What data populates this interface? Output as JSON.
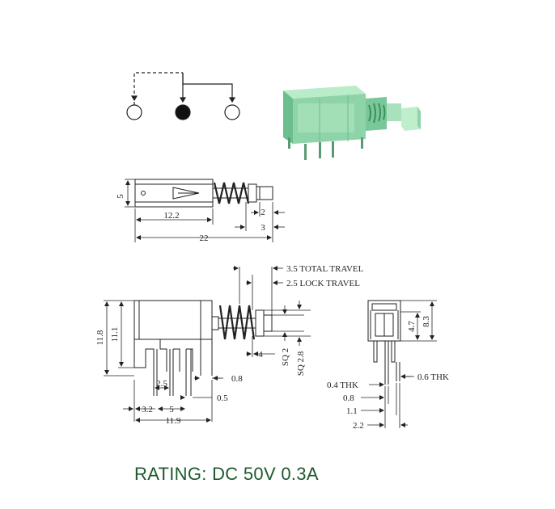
{
  "drawing": {
    "side_view": {
      "height_5": "5",
      "len_12_2": "12.2",
      "len_22": "22",
      "len_2": "2",
      "len_3": "3"
    },
    "front_view": {
      "total_travel": "3.5 TOTAL TRAVEL",
      "lock_travel": "2.5 LOCK TRAVEL",
      "h_11_8": "11.8",
      "h_11_1": "11.1",
      "sq_2": "SQ 2",
      "sq_2_8": "SQ 2.8",
      "w_4": "4",
      "p_2_5": "2.5",
      "p_0_8": "0.8",
      "p_0_5": "0.5",
      "p_3_2": "3.2",
      "p_5": "5",
      "w_11_9": "11.9"
    },
    "end_view": {
      "h_4_7": "4.7",
      "h_8_3": "8.3",
      "thk_0_4": "0.4 THK",
      "thk_0_6": "0.6  THK",
      "w_0_8": "0.8",
      "w_1_1": "1.1",
      "w_2_2": "2.2"
    }
  },
  "rating": "RATING: DC 50V 0.3A",
  "colors": {
    "rating": "#1d5a2c",
    "body_green": "#8fd4a8",
    "body_dark": "#4fa872"
  }
}
